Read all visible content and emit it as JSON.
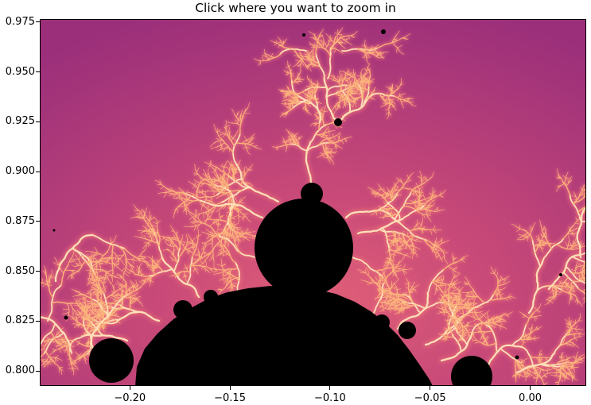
{
  "figure": {
    "title": "Click where you want to zoom in"
  },
  "colors": {
    "background_far": "#9b2f7a",
    "background_near": "#c94a78",
    "halo": "#e9707a",
    "filament": "#fbb47c",
    "filament_core": "#fde0b8",
    "set": "#000000"
  },
  "axes": {
    "xlim": [
      -0.245,
      0.028
    ],
    "ylim": [
      0.7925,
      0.9765
    ],
    "x_ticks": [
      {
        "value": -0.2,
        "label": "−0.20"
      },
      {
        "value": -0.15,
        "label": "−0.15"
      },
      {
        "value": -0.1,
        "label": "−0.10"
      },
      {
        "value": -0.05,
        "label": "−0.05"
      },
      {
        "value": 0.0,
        "label": "0.00"
      }
    ],
    "y_ticks": [
      {
        "value": 0.975,
        "label": "0.975"
      },
      {
        "value": 0.95,
        "label": "0.950"
      },
      {
        "value": 0.925,
        "label": "0.925"
      },
      {
        "value": 0.9,
        "label": "0.900"
      },
      {
        "value": 0.875,
        "label": "0.875"
      },
      {
        "value": 0.85,
        "label": "0.850"
      },
      {
        "value": 0.825,
        "label": "0.825"
      },
      {
        "value": 0.8,
        "label": "0.800"
      }
    ]
  },
  "colormap": "magma-like"
}
